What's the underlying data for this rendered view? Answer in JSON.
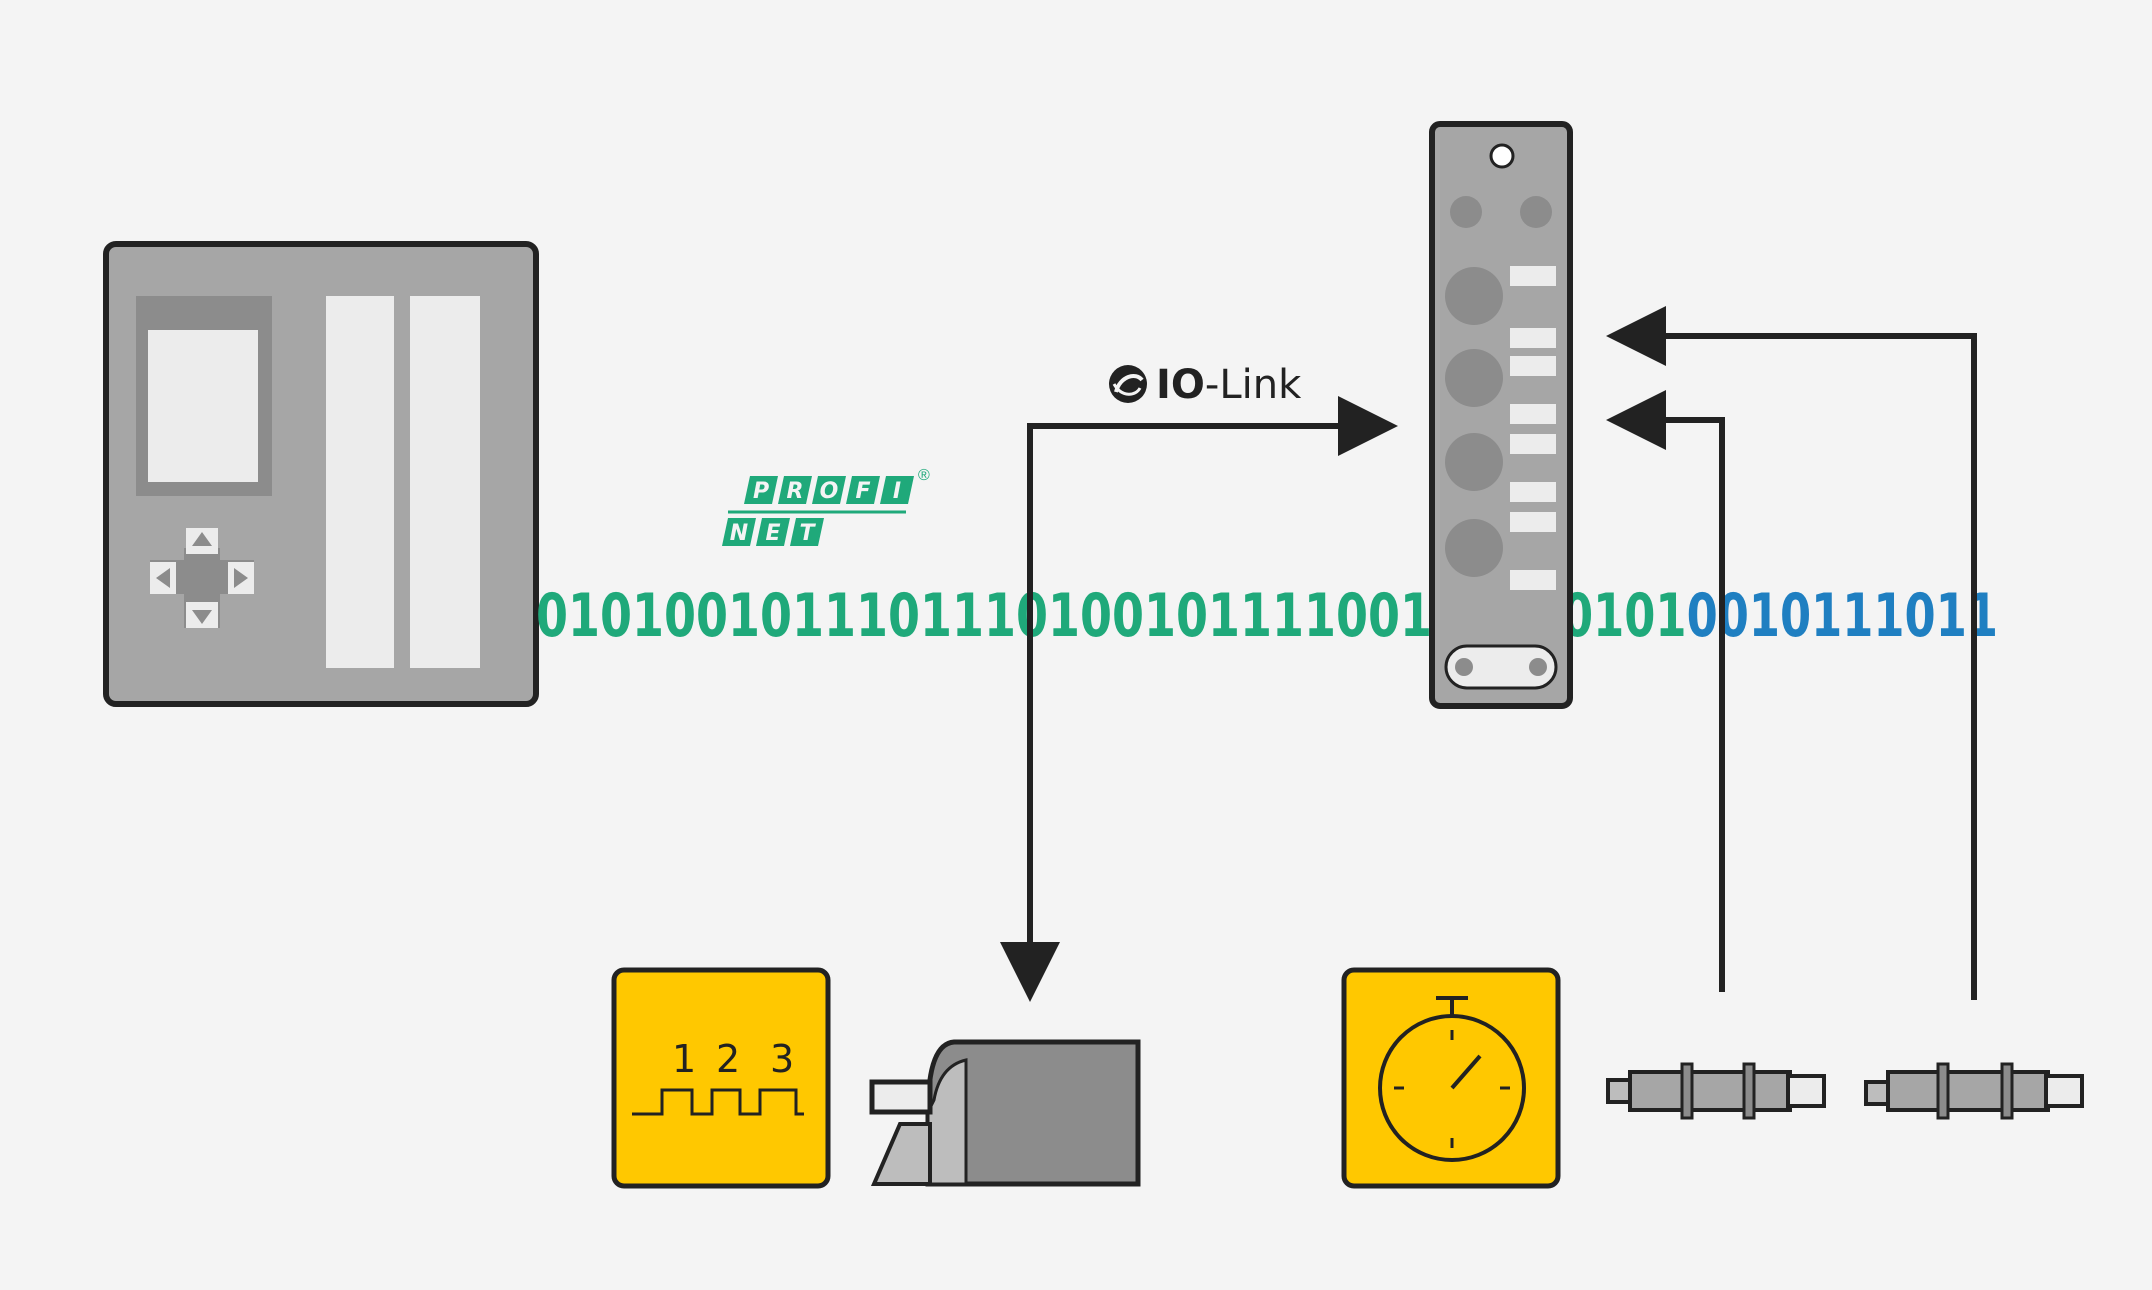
{
  "colors": {
    "background": "#f4f4f4",
    "device_gray": "#a6a6a6",
    "device_dark_gray": "#8c8c8c",
    "outline": "#222222",
    "profinet_green": "#1fa97a",
    "bits_green": "#1fa97a",
    "bits_blue": "#1f7fc1",
    "accent_yellow": "#ffc800"
  },
  "profinet_logo": {
    "line1": "PROFI",
    "line2": "NET",
    "mark": "®"
  },
  "iolink_label": {
    "icon": "iolink-logo-icon",
    "bold": "IO",
    "rest": "-Link"
  },
  "bitstream": {
    "left": "0101001011101110100101111001",
    "right_green": "0101",
    "right_blue": "001011101",
    "right_tail": "1"
  },
  "counter_icon": {
    "icon": "pulse-counter-icon",
    "n1": "1",
    "n2": "2",
    "n3": "3"
  },
  "timer_icon": {
    "icon": "stopwatch-icon"
  },
  "devices": {
    "controller": "plc-controller-icon",
    "io_module": "io-link-master-icon",
    "actuator": "actuator-device-icon",
    "sensor_1": "proximity-sensor-icon",
    "sensor_2": "proximity-sensor-icon"
  }
}
